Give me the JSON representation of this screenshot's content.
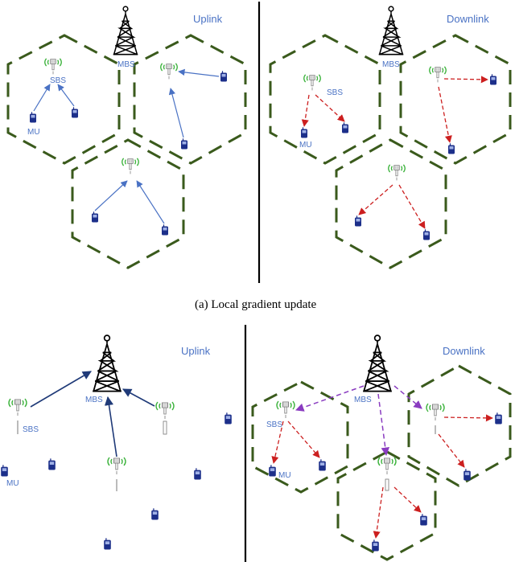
{
  "panel_a": {
    "caption": "(a) Local gradient update",
    "uplink_title": "Uplink",
    "downlink_title": "Downlink",
    "mbs_label": "MBS",
    "sbs_label": "SBS",
    "mu_label": "MU"
  },
  "panel_b": {
    "uplink_title": "Uplink",
    "downlink_title": "Downlink",
    "mbs_label": "MBS",
    "sbs_label": "SBS",
    "mu_label": "MU"
  },
  "colors": {
    "hex_border": "#3a5a1c",
    "uplink_arrow_light": "#4a72c4",
    "uplink_arrow_dark": "#1f3a78",
    "downlink_arrow": "#cc1f1f",
    "backhaul_arrow": "#8a3cc0",
    "device": "#1c2f8a",
    "signal": "#3db33d",
    "label_text": "#4a72c4"
  },
  "icons": [
    "macro-tower-icon",
    "small-cell-icon",
    "mobile-device-icon"
  ]
}
